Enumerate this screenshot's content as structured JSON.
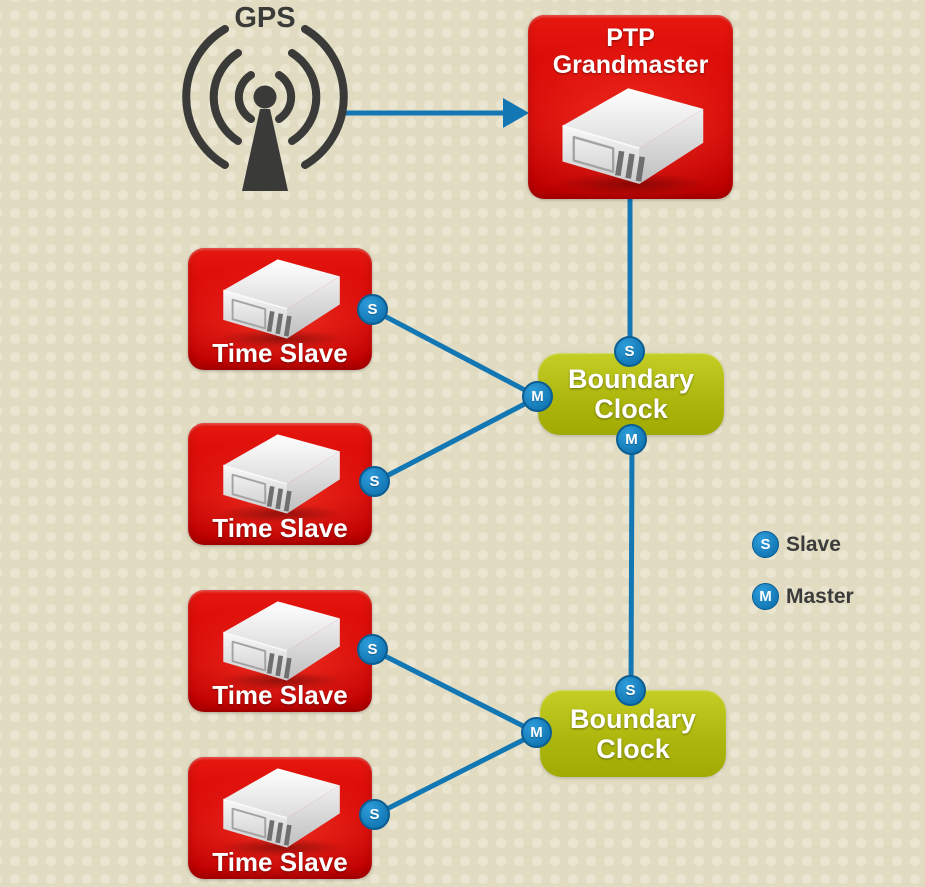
{
  "gps": {
    "label": "GPS"
  },
  "nodes": {
    "grandmaster": {
      "line1": "PTP",
      "line2": "Grandmaster"
    },
    "boundary_clock_1": {
      "line1": "Boundary",
      "line2": "Clock"
    },
    "boundary_clock_2": {
      "line1": "Boundary",
      "line2": "Clock"
    },
    "time_slaves": [
      {
        "label": "Time Slave"
      },
      {
        "label": "Time Slave"
      },
      {
        "label": "Time Slave"
      },
      {
        "label": "Time Slave"
      }
    ]
  },
  "ports": {
    "bc1_slave": "S",
    "bc1_master_left": "M",
    "bc1_master_bottom": "M",
    "bc2_slave": "S",
    "bc2_master_left": "M",
    "ts1_slave": "S",
    "ts2_slave": "S",
    "ts3_slave": "S",
    "ts4_slave": "S"
  },
  "legend": {
    "slave": {
      "letter": "S",
      "label": "Slave"
    },
    "master": {
      "letter": "M",
      "label": "Master"
    }
  },
  "colors": {
    "background": "#e1dbc2",
    "node_red": "#d30404",
    "node_olive": "#aeb80a",
    "port_blue": "#1b86c6",
    "connector_blue": "#1377b4",
    "text_dark": "#3a3a38",
    "text_light": "#ffffff"
  }
}
